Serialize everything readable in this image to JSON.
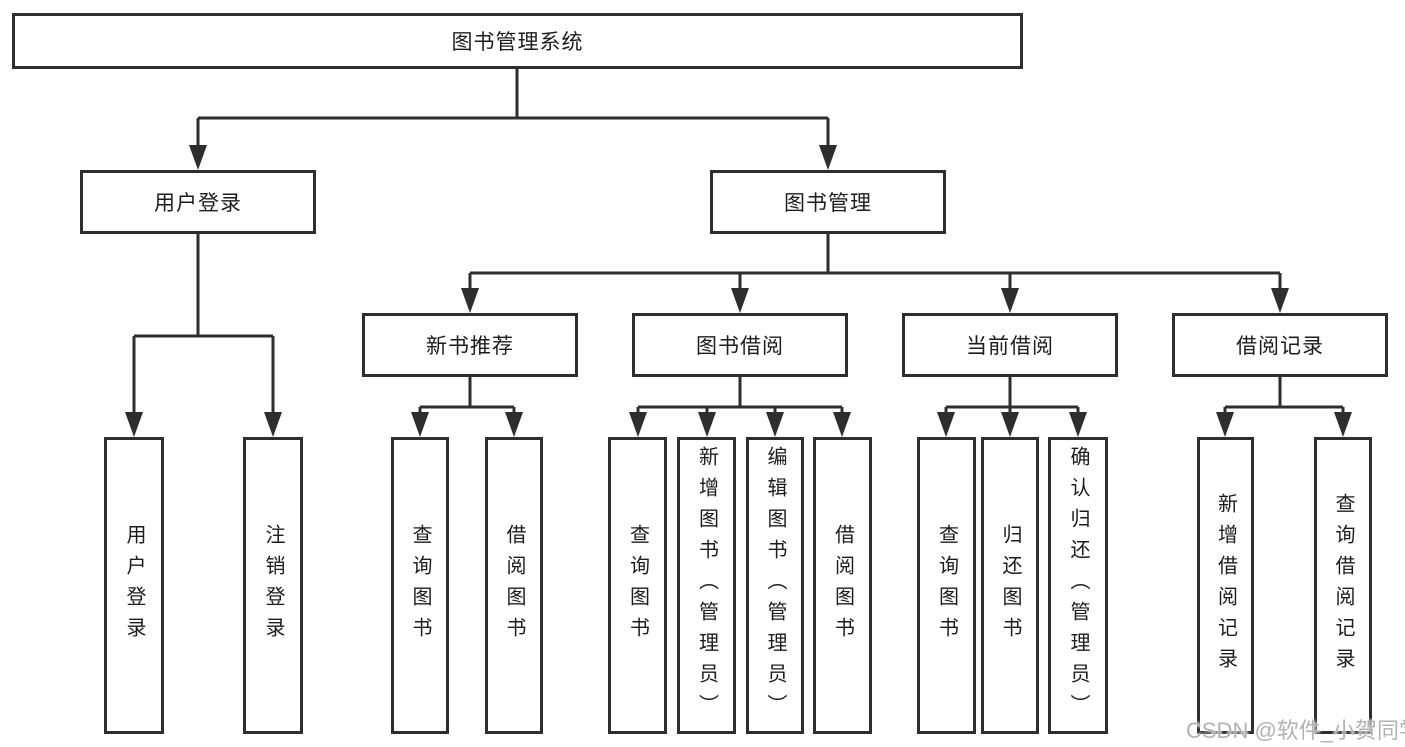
{
  "diagram": {
    "root": {
      "label": "图书管理系统"
    },
    "branches": [
      {
        "label": "用户登录",
        "children": [
          {
            "label": "用户登录"
          },
          {
            "label": "注销登录"
          }
        ]
      },
      {
        "label": "图书管理",
        "children": [
          {
            "label": "新书推荐",
            "children": [
              {
                "label": "查询图书"
              },
              {
                "label": "借阅图书"
              }
            ]
          },
          {
            "label": "图书借阅",
            "children": [
              {
                "label": "查询图书"
              },
              {
                "label": "新增图书（管理员）"
              },
              {
                "label": "编辑图书（管理员）"
              },
              {
                "label": "借阅图书"
              }
            ]
          },
          {
            "label": "当前借阅",
            "children": [
              {
                "label": "查询图书"
              },
              {
                "label": "归还图书"
              },
              {
                "label": "确认归还（管理员）"
              }
            ]
          },
          {
            "label": "借阅记录",
            "children": [
              {
                "label": "新增借阅记录"
              },
              {
                "label": "查询借阅记录"
              }
            ]
          }
        ]
      }
    ]
  },
  "watermark": "CSDN @软件_小贺同学",
  "colors": {
    "line": "#2e2e2e",
    "text": "#1c1c1c",
    "watermark": "#b2b2b2",
    "background": "#ffffff"
  }
}
